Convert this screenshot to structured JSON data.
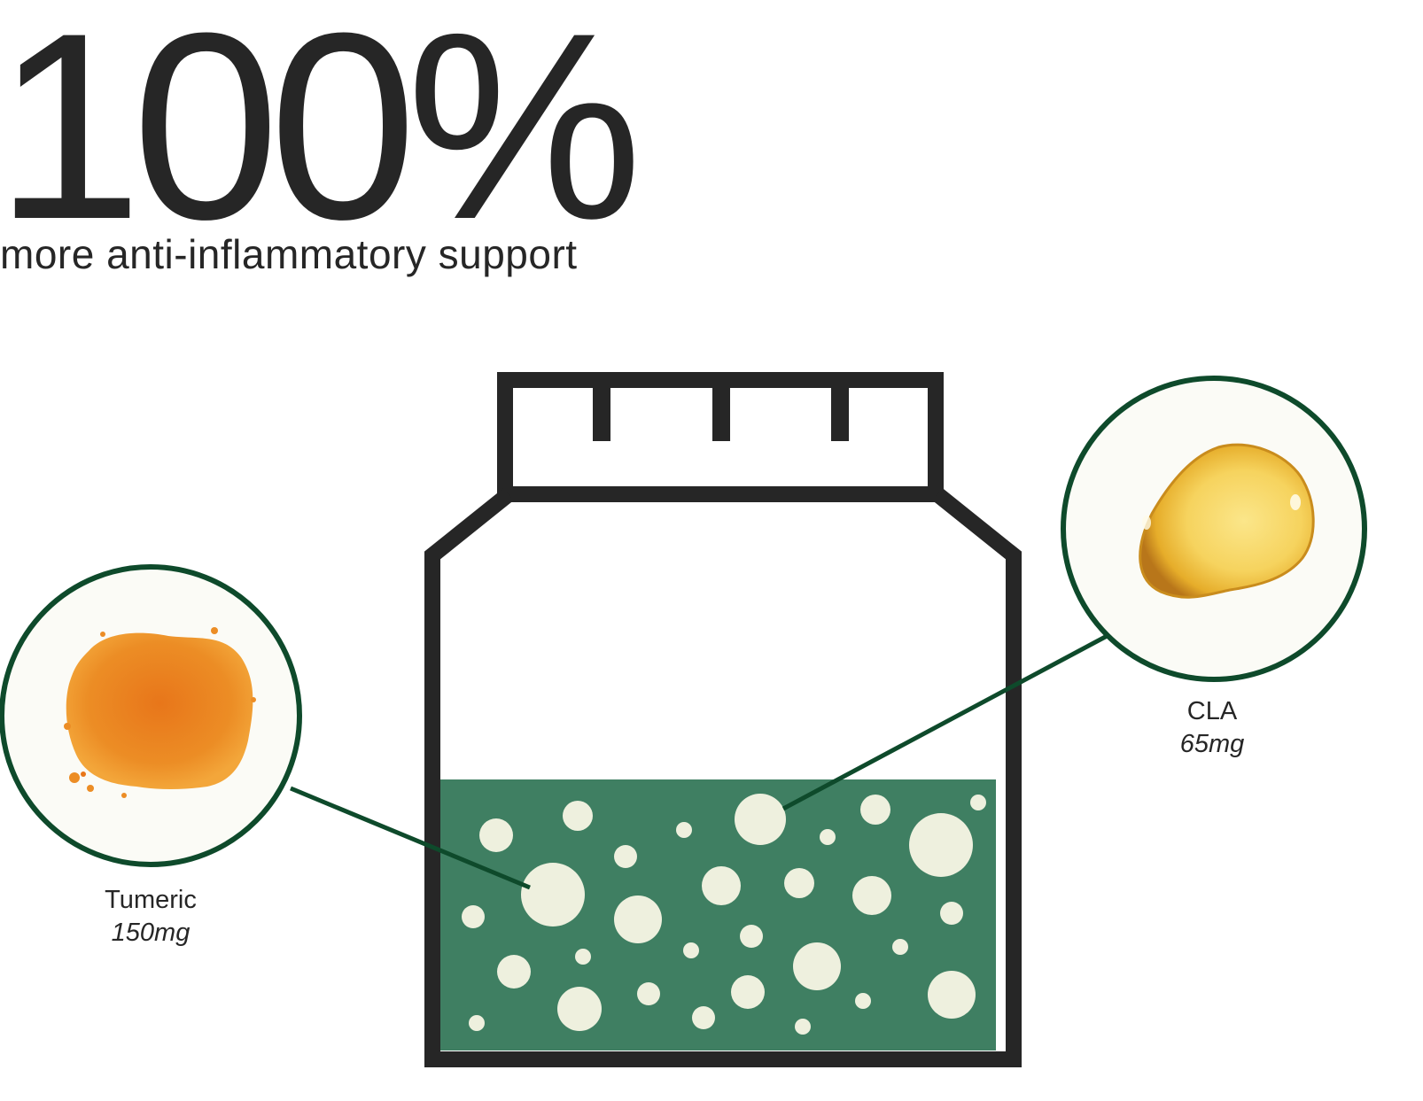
{
  "headline": {
    "value": "100%",
    "subtitle": "more anti-inflammatory support"
  },
  "ingredients": [
    {
      "name": "Tumeric",
      "dose": "150mg",
      "image": "turmeric-powder",
      "ring_color": "#0e4a2b"
    },
    {
      "name": "CLA",
      "dose": "65mg",
      "image": "cla-oil-drop",
      "ring_color": "#0e4a2b"
    }
  ],
  "jar": {
    "outline_color": "#262626",
    "fill_color": "#3f7f62",
    "dot_color": "#eef0de",
    "fill_level": 0.45
  },
  "colors": {
    "text": "#262626",
    "connector": "#0e4a2b",
    "circle_bg": "#fbfbf6"
  }
}
